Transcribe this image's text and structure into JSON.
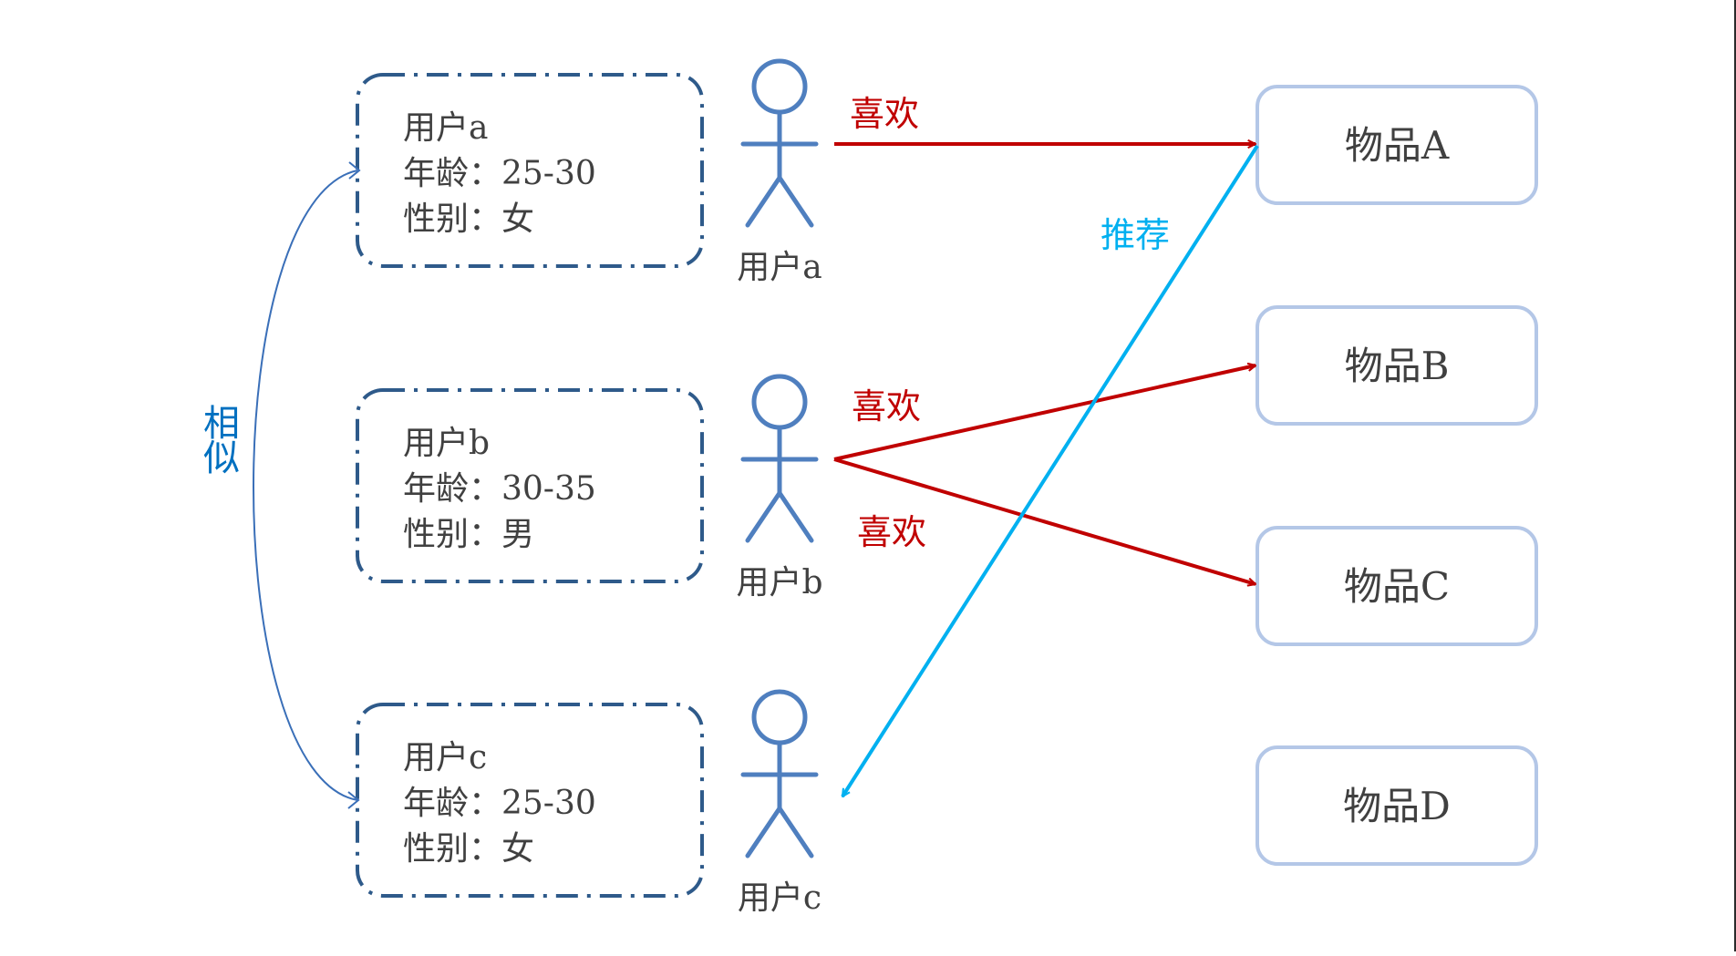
{
  "users": [
    {
      "id": "a",
      "profile_title": "用户a",
      "age_line": "年龄：25-30",
      "gender_line": "性别：女",
      "actor_label": "用户a"
    },
    {
      "id": "b",
      "profile_title": "用户b",
      "age_line": "年龄：30-35",
      "gender_line": "性别：男",
      "actor_label": "用户b"
    },
    {
      "id": "c",
      "profile_title": "用户c",
      "age_line": "年龄：25-30",
      "gender_line": "性别：女",
      "actor_label": "用户c"
    }
  ],
  "items": [
    {
      "id": "A",
      "label": "物品A"
    },
    {
      "id": "B",
      "label": "物品B"
    },
    {
      "id": "C",
      "label": "物品C"
    },
    {
      "id": "D",
      "label": "物品D"
    }
  ],
  "relations": {
    "a_likes_A": "喜欢",
    "b_likes_B": "喜欢",
    "b_likes_C": "喜欢",
    "recommend_A_to_c": "推荐"
  },
  "similarity": {
    "label_line1": "相",
    "label_line2": "似"
  },
  "colors": {
    "like": "#c00000",
    "recommend": "#00b0f0",
    "similar": "#0070c0",
    "actor": "#4f7fbf",
    "profile_border": "#2e5a8a",
    "item_border": "#b4c7e7",
    "text": "#404040"
  }
}
